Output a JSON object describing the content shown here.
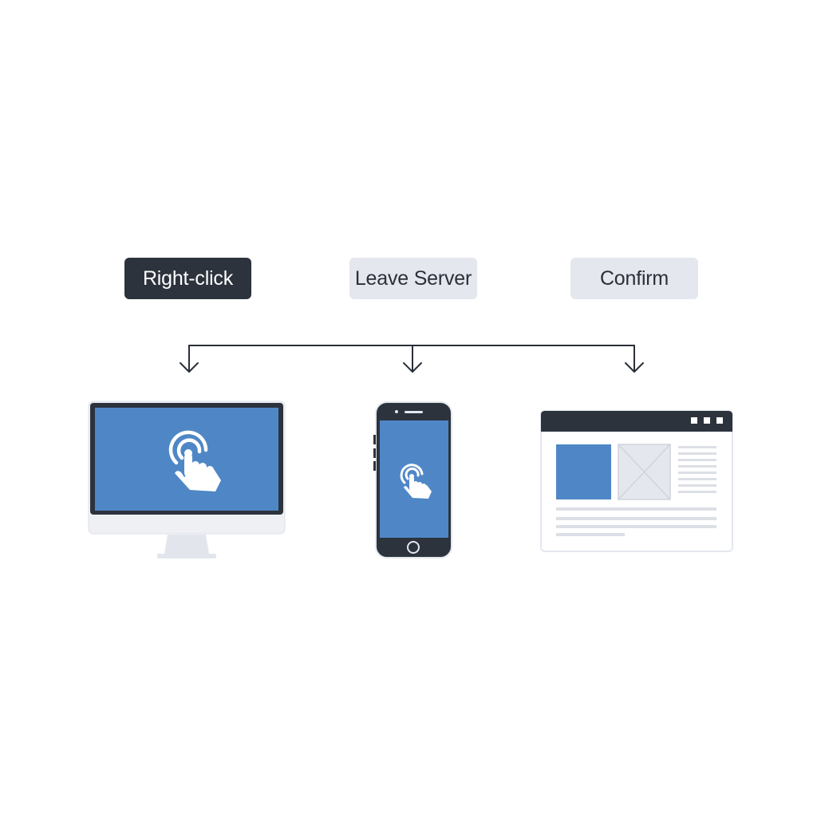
{
  "steps": [
    {
      "label": "Right-click",
      "state": "active"
    },
    {
      "label": "Leave Server",
      "state": "inactive"
    },
    {
      "label": "Confirm",
      "state": "inactive"
    }
  ],
  "devices": [
    {
      "name": "desktop-monitor",
      "icon": "tap-hand-icon"
    },
    {
      "name": "smartphone",
      "icon": "tap-hand-icon"
    },
    {
      "name": "browser-window",
      "icon": "image-placeholder-icon"
    }
  ],
  "colors": {
    "dark": "#2c333d",
    "light": "#e4e7ee",
    "accent": "#4f87c6",
    "frame": "#eef0f4",
    "line": "#2a2f38"
  }
}
